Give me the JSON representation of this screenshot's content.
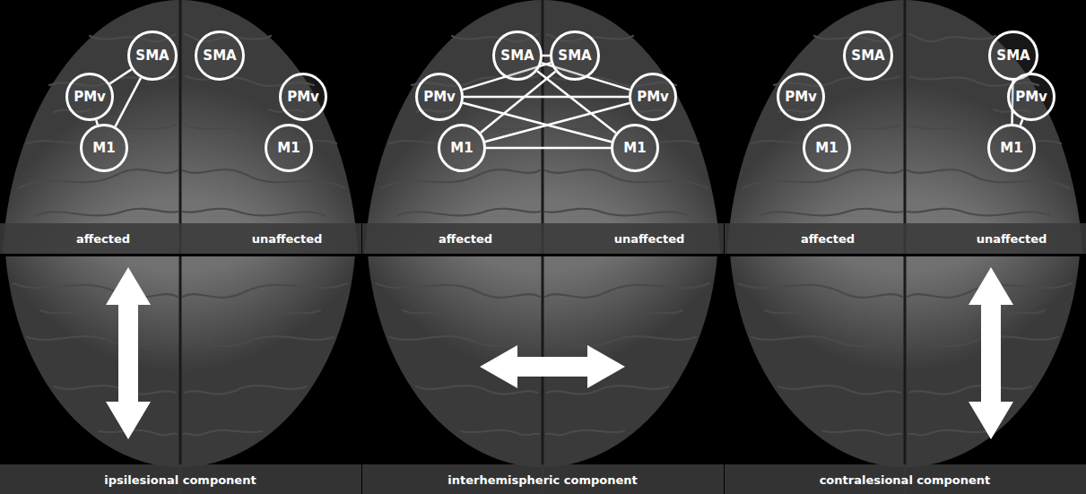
{
  "diagram": {
    "nodes": [
      {
        "text": [
          "SMA"
        ]
      },
      {
        "text": [
          "SMA"
        ]
      },
      {
        "text": [
          "PMv"
        ]
      },
      {
        "text": [
          "PMv"
        ]
      },
      {
        "text": [
          "M1"
        ]
      },
      {
        "text": [
          "M1"
        ]
      },
      {
        "text": [
          "SMA"
        ]
      },
      {
        "text": [
          "SMA"
        ]
      },
      {
        "text": [
          "PMv"
        ]
      },
      {
        "text": [
          "PMv"
        ]
      },
      {
        "text": [
          "M1"
        ]
      },
      {
        "text": [
          "M1"
        ]
      },
      {
        "text": [
          "SMA"
        ]
      },
      {
        "text": [
          "SMA"
        ]
      },
      {
        "text": [
          "PMv"
        ]
      },
      {
        "text": [
          "PMv"
        ]
      },
      {
        "text": [
          "M1"
        ]
      },
      {
        "text": [
          "M1"
        ]
      }
    ],
    "edges": [
      {
        "from": 0,
        "to": 2,
        "arrow": "none"
      },
      {
        "from": 0,
        "to": 4,
        "arrow": "none"
      },
      {
        "from": 2,
        "to": 4,
        "arrow": "none"
      },
      {
        "from": 6,
        "to": 7,
        "arrow": "none"
      },
      {
        "from": 6,
        "to": 9,
        "arrow": "none"
      },
      {
        "from": 6,
        "to": 11,
        "arrow": "none"
      },
      {
        "from": 7,
        "to": 8,
        "arrow": "none"
      },
      {
        "from": 7,
        "to": 10,
        "arrow": "none"
      },
      {
        "from": 8,
        "to": 9,
        "arrow": "none"
      },
      {
        "from": 8,
        "to": 11,
        "arrow": "none"
      },
      {
        "from": 10,
        "to": 9,
        "arrow": "none"
      },
      {
        "from": 10,
        "to": 11,
        "arrow": "none"
      },
      {
        "from": 13,
        "to": 15,
        "arrow": "none"
      },
      {
        "from": 13,
        "to": 17,
        "arrow": "none"
      },
      {
        "from": 15,
        "to": 17,
        "arrow": "none"
      }
    ],
    "labels": [
      "affected",
      "unaffected",
      "affected",
      "unaffected",
      "affected",
      "unaffected",
      "ipsilesional component",
      "interhemispheric component",
      "contralesional component"
    ]
  }
}
